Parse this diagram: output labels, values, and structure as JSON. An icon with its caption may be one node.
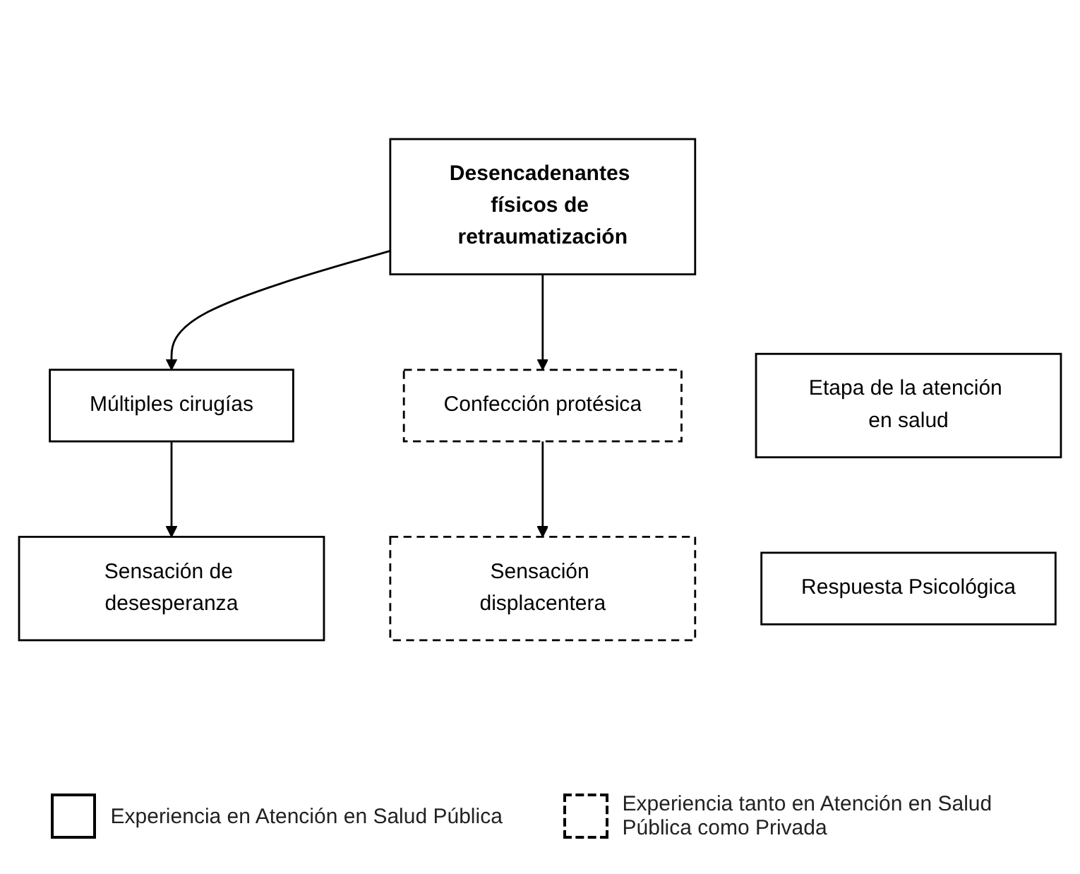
{
  "diagram": {
    "nodes": [
      {
        "text": [
          "Desencadenantes físicos de retraumatización"
        ]
      },
      {
        "text": [
          "Etapa de la atención en salud"
        ]
      },
      {
        "text": [
          "Múltiples cirugías"
        ]
      },
      {
        "text": [
          "Confección protésica"
        ]
      },
      {
        "text": [
          "Respuesta Psicológica"
        ]
      },
      {
        "text": [
          "Sensación de desesperanza"
        ]
      },
      {
        "text": [
          "Sensación displacentera"
        ]
      }
    ],
    "edges": [
      {
        "from": 0,
        "to": 2,
        "arrow": "to"
      },
      {
        "from": 0,
        "to": 3,
        "arrow": "to"
      },
      {
        "from": 2,
        "to": 5,
        "arrow": "to"
      },
      {
        "from": 3,
        "to": 6,
        "arrow": "to"
      }
    ],
    "legend": [
      {
        "text": "Experiencia en Atención en Salud Pública"
      },
      {
        "text": "Experiencia tanto en Atención en Salud Pública como Privada"
      }
    ]
  }
}
